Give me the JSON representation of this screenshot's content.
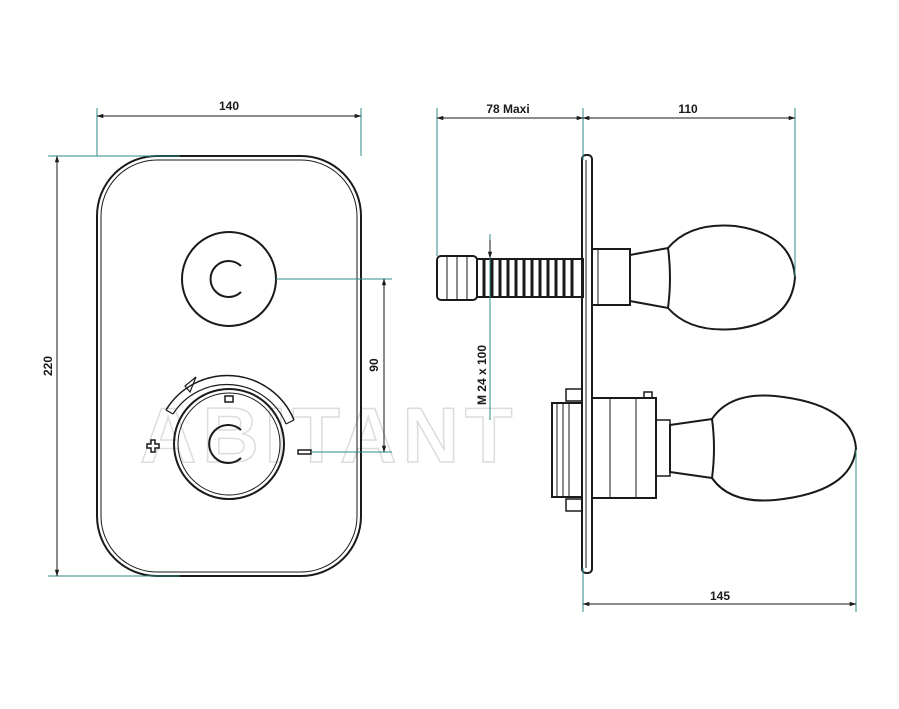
{
  "watermark": "ABITANT",
  "colors": {
    "dimension_line": "#2e8b87",
    "outline": "#1a1a1a",
    "watermark": "#dcdcdc"
  },
  "dimensions": {
    "plate_width": "140",
    "plate_height": "220",
    "center_distance": "90",
    "depth_max": "78 Maxi",
    "handle_projection_top": "110",
    "handle_projection_bottom": "145",
    "thread": "M 24 x 100"
  },
  "symbols": {
    "hot": "+",
    "cold": "−"
  }
}
